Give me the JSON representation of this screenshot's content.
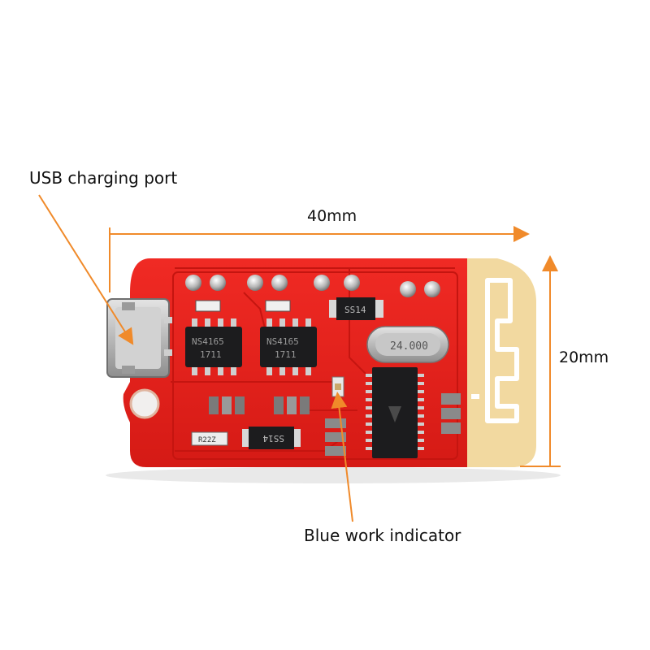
{
  "callouts": {
    "usb_port": "USB charging port",
    "length": "40mm",
    "width": "20mm",
    "indicator": "Blue work indicator"
  },
  "board_markings": {
    "amp_chip": "NS4165",
    "amp_date": "1711",
    "diode": "SS14",
    "crystal": "24.000",
    "resistor": "R22Z"
  },
  "colors": {
    "background": "#ffffff",
    "pcb": "#e8231f",
    "pcb_dark": "#b8140f",
    "antenna": "#f2d9a0",
    "callout": "#f08a2a",
    "chip": "#1c1c1e",
    "label_text": "#111111"
  }
}
